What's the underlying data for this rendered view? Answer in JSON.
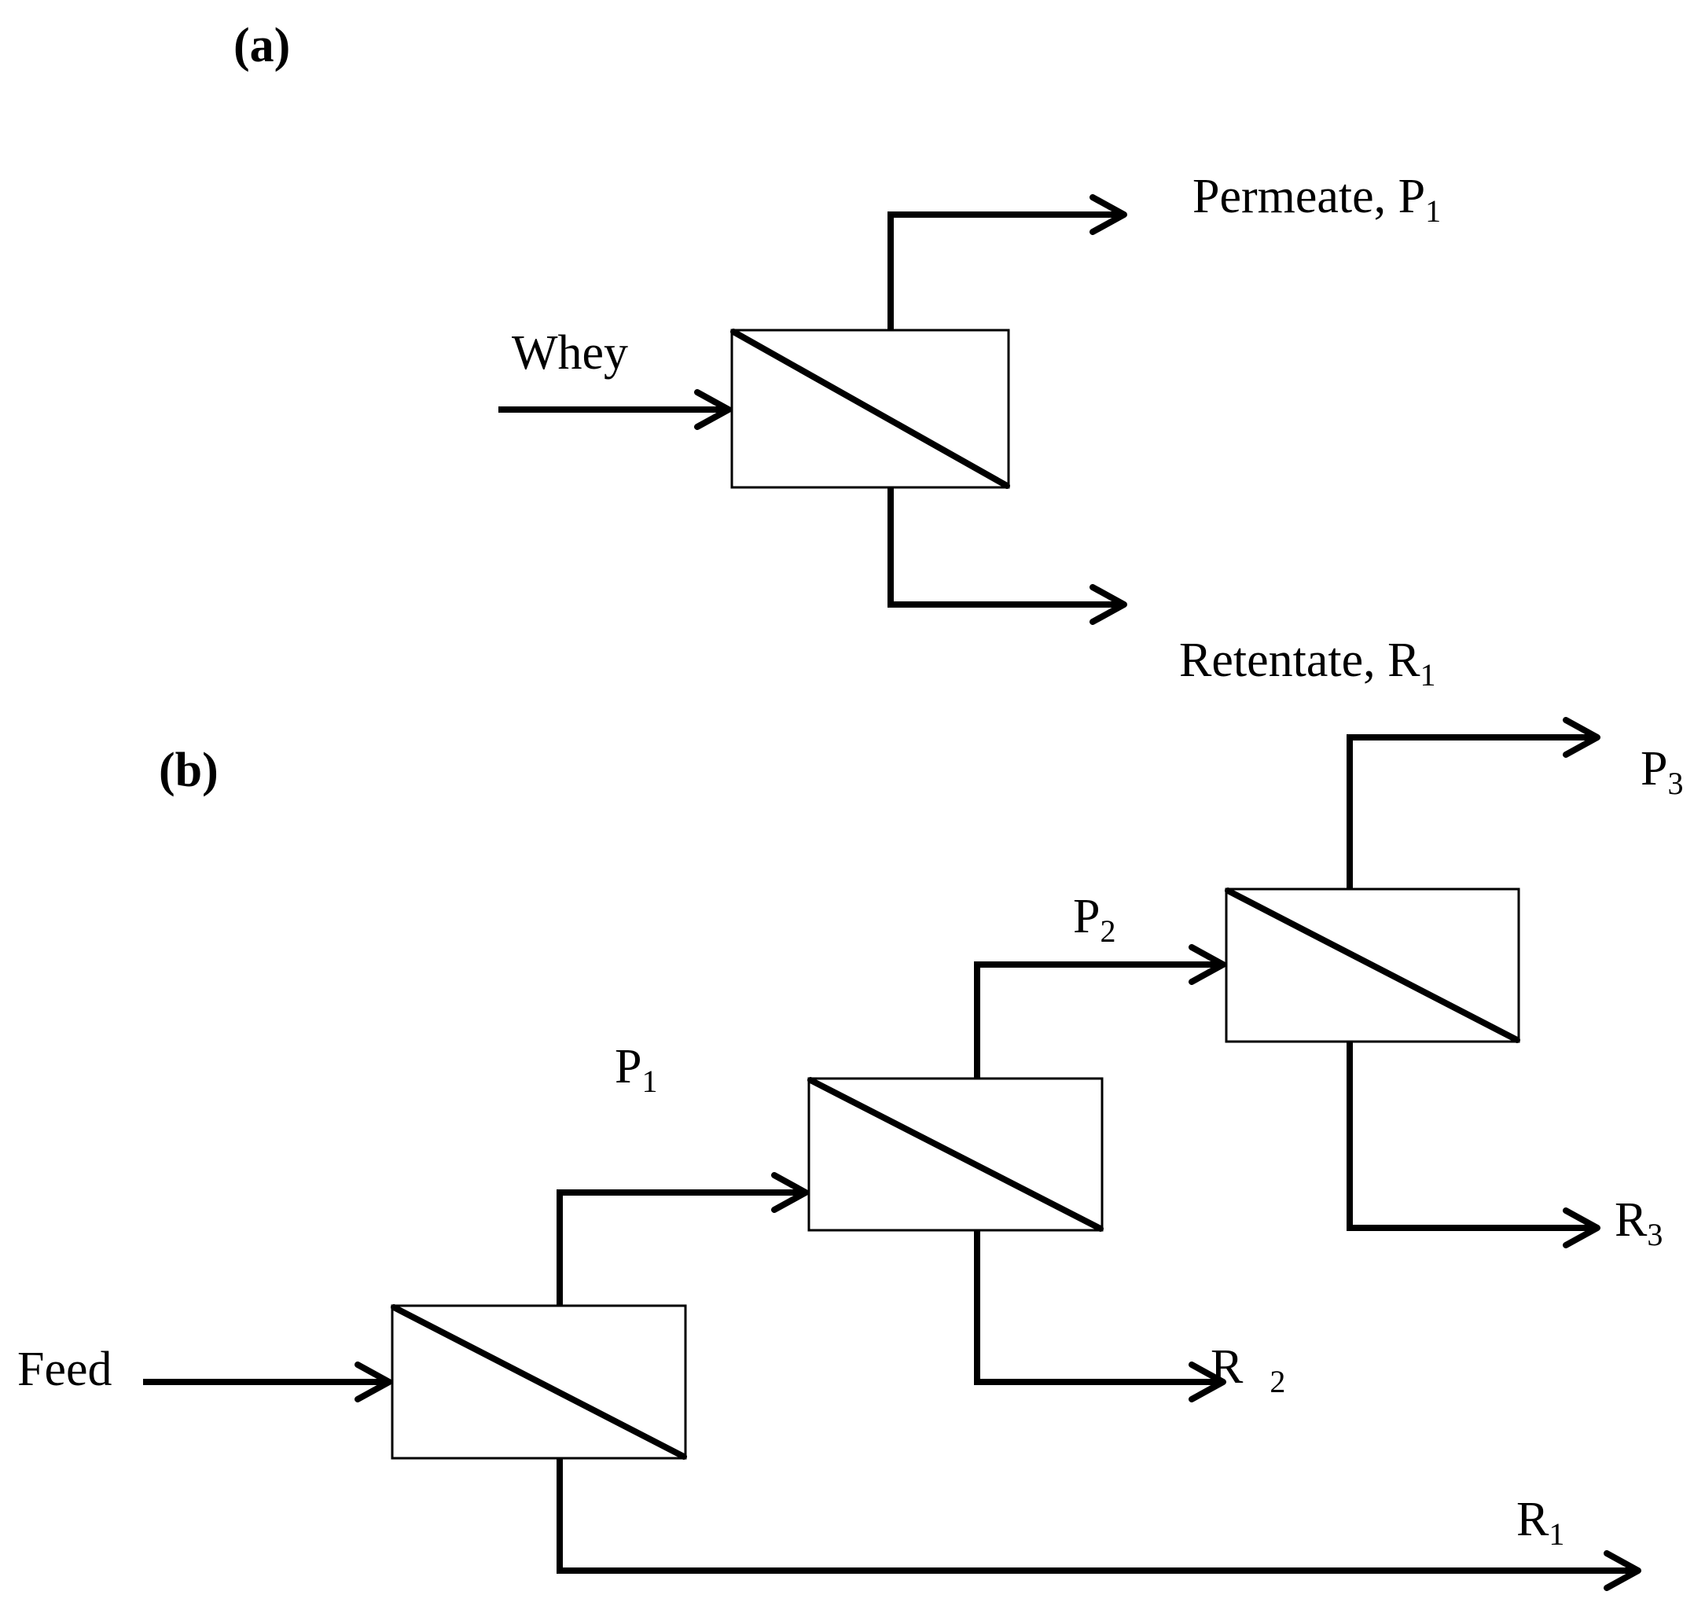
{
  "panel_a": {
    "label": "(a)",
    "input": "Whey",
    "permeate": {
      "text": "Permeate, P",
      "sub": "1"
    },
    "retentate": {
      "text": "Retentate, R",
      "sub": "1"
    }
  },
  "panel_b": {
    "label": "(b)",
    "input": "Feed",
    "stage1": {
      "permeate": {
        "text": "P",
        "sub": "1"
      },
      "retentate": {
        "text": "R",
        "sub": "1"
      }
    },
    "stage2": {
      "permeate": {
        "text": "P",
        "sub": "2"
      },
      "retentate": {
        "text": "R",
        "sub": "2"
      }
    },
    "stage3": {
      "permeate": {
        "text": "P",
        "sub": "3"
      },
      "retentate": {
        "text": "R",
        "sub": "3"
      }
    }
  }
}
